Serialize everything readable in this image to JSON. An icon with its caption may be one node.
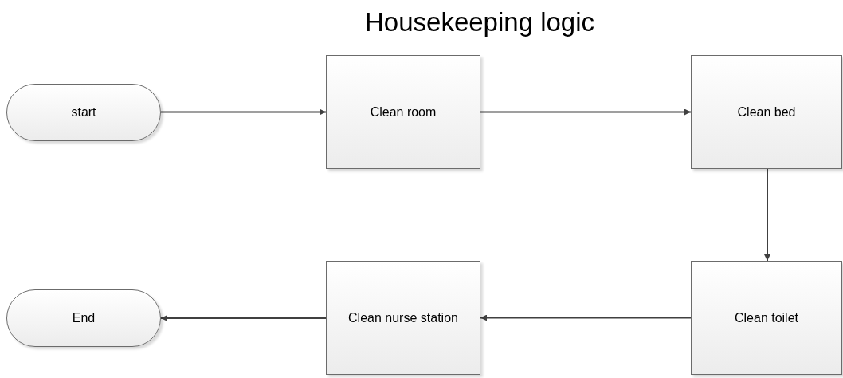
{
  "diagram": {
    "title": "Housekeeping logic",
    "nodes": [
      {
        "text": [
          "start"
        ]
      },
      {
        "text": [
          "Clean room"
        ]
      },
      {
        "text": [
          "Clean bed"
        ]
      },
      {
        "text": [
          "Clean toilet"
        ]
      },
      {
        "text": [
          "Clean nurse station"
        ]
      },
      {
        "text": [
          "End"
        ]
      }
    ],
    "edges": [
      {
        "from": 0,
        "to": 1,
        "arrow": "to"
      },
      {
        "from": 1,
        "to": 2,
        "arrow": "to"
      },
      {
        "from": 2,
        "to": 3,
        "arrow": "to"
      },
      {
        "from": 3,
        "to": 4,
        "arrow": "to"
      },
      {
        "from": 4,
        "to": 5,
        "arrow": "to"
      }
    ]
  }
}
